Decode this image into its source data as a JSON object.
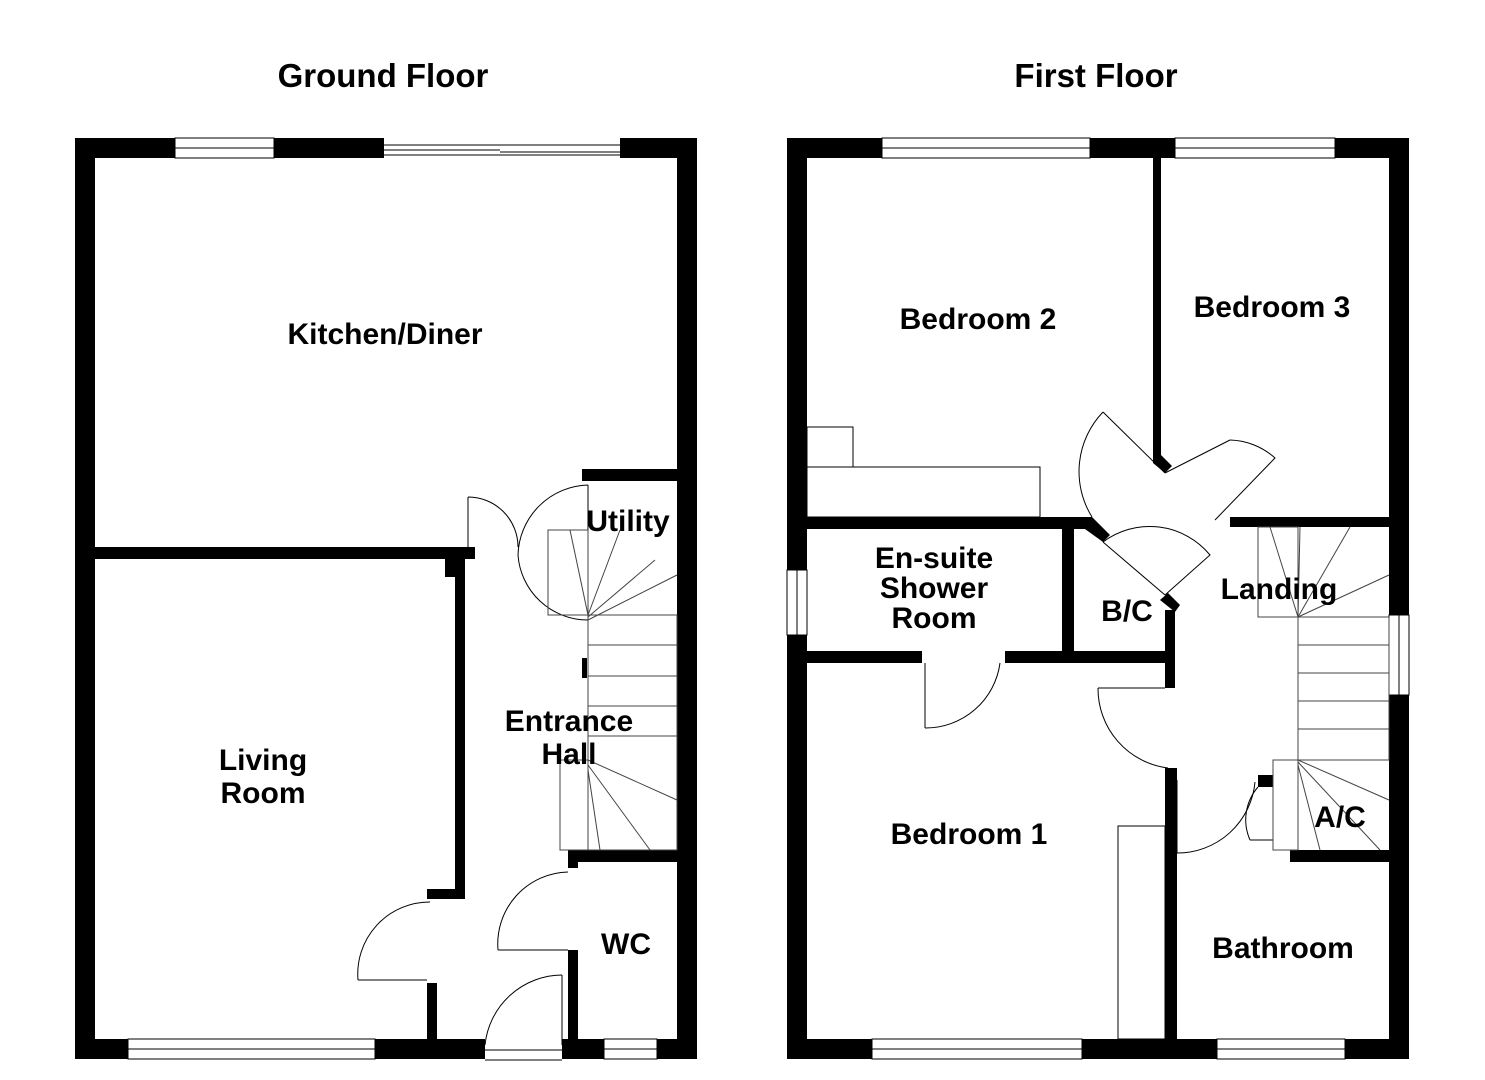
{
  "floors": [
    {
      "title": "Ground Floor",
      "rooms": {
        "kitchen": "Kitchen/Diner",
        "living_line1": "Living",
        "living_line2": "Room",
        "utility": "Utility",
        "hall_line1": "Entrance",
        "hall_line2": "Hall",
        "wc": "WC"
      }
    },
    {
      "title": "First Floor",
      "rooms": {
        "bedroom2": "Bedroom 2",
        "bedroom3": "Bedroom 3",
        "ensuite_line1": "En-suite",
        "ensuite_line2": "Shower",
        "ensuite_line3": "Room",
        "bc": "B/C",
        "landing": "Landing",
        "bedroom1": "Bedroom 1",
        "ac": "A/C",
        "bathroom": "Bathroom"
      }
    }
  ]
}
